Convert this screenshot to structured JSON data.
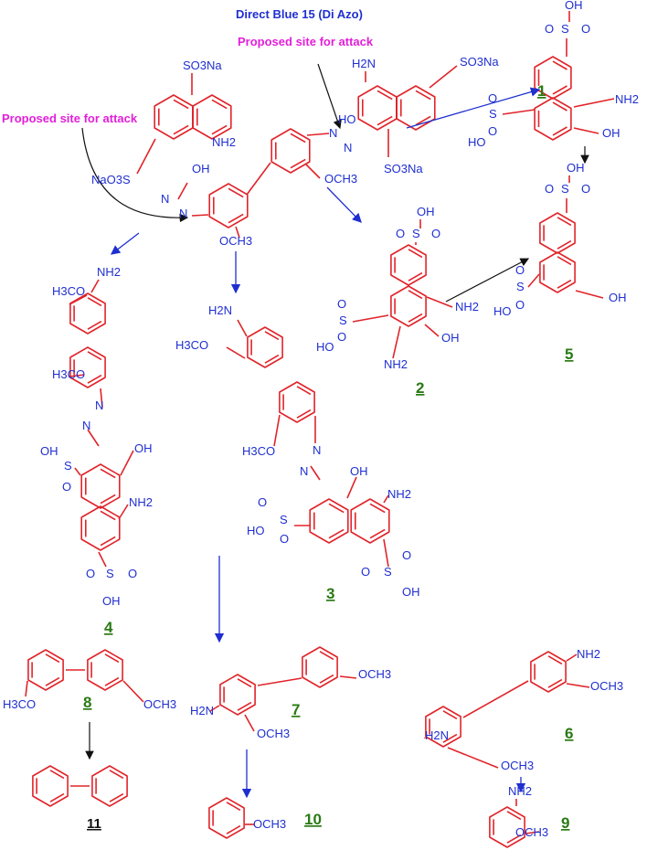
{
  "title": "Direct Blue 15 (Di Azo)",
  "attack_label_right": "Proposed site for attack",
  "attack_label_left": "Proposed site for attack",
  "colors": {
    "ring": "#e0242a",
    "groups": "#1f2fd0",
    "attack": "#e21fd9",
    "numbers": "#2a7a14"
  },
  "groups": {
    "so3na": "SO3Na",
    "naso3": "NaO3S",
    "nh2": "NH2",
    "h2n": "H2N",
    "oh": "OH",
    "ho": "HO",
    "och3": "OCH3",
    "h3co": "H3CO",
    "h3co_dash": "H3CO",
    "och3_ring": "OCH3",
    "azo_n": "N",
    "s": "S",
    "o": "O"
  },
  "compounds": [
    {
      "id": "1",
      "label": "1"
    },
    {
      "id": "2",
      "label": "2"
    },
    {
      "id": "3",
      "label": "3"
    },
    {
      "id": "4",
      "label": "4"
    },
    {
      "id": "5",
      "label": "5"
    },
    {
      "id": "6",
      "label": "6"
    },
    {
      "id": "7",
      "label": "7"
    },
    {
      "id": "8",
      "label": "8"
    },
    {
      "id": "9",
      "label": "9"
    },
    {
      "id": "10",
      "label": "10"
    },
    {
      "id": "11",
      "label": "11"
    }
  ]
}
